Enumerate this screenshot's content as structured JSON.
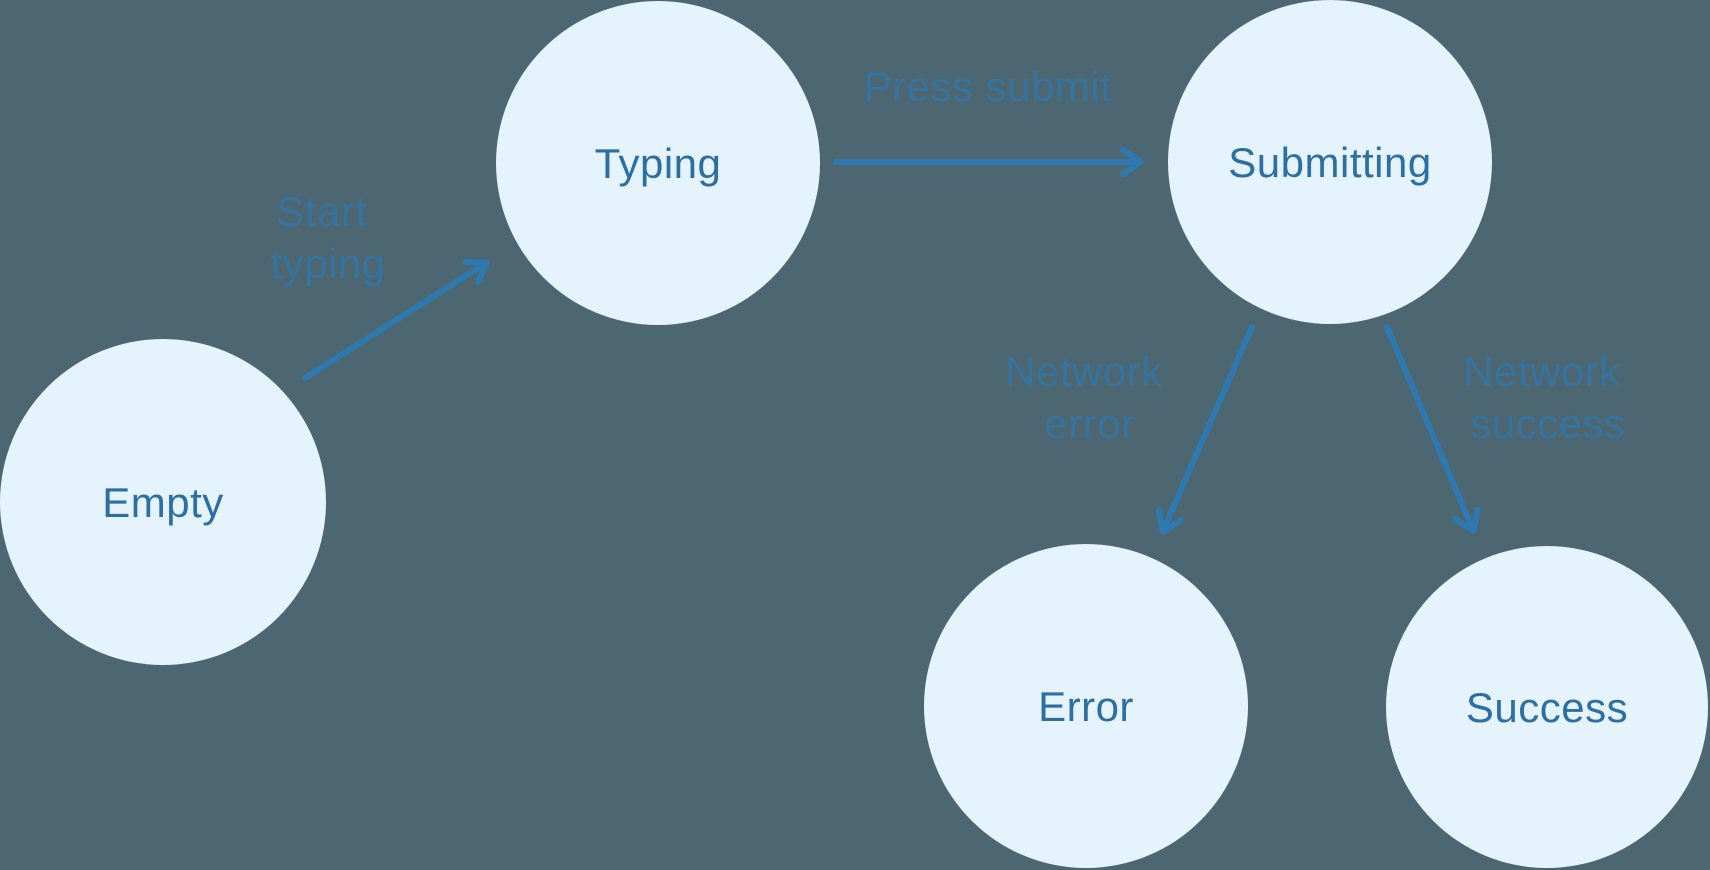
{
  "colors": {
    "background": "#4C6771",
    "node-fill": "#E4F3FC",
    "node-text": "#2D6FA3",
    "edge-stroke": "#2E79AF",
    "edge-label": "#37739F"
  },
  "diagram_type": "state-machine",
  "nodes": [
    {
      "id": "empty",
      "label": "Empty"
    },
    {
      "id": "typing",
      "label": "Typing"
    },
    {
      "id": "submitting",
      "label": "Submitting"
    },
    {
      "id": "error",
      "label": "Error"
    },
    {
      "id": "success",
      "label": "Success"
    }
  ],
  "edges": [
    {
      "from": "Empty",
      "to": "Typing",
      "label_lines": [
        "Start",
        "typing"
      ]
    },
    {
      "from": "Typing",
      "to": "Submitting",
      "label_lines": [
        "Press submit"
      ]
    },
    {
      "from": "Submitting",
      "to": "Error",
      "label_lines": [
        "Network",
        "error"
      ]
    },
    {
      "from": "Submitting",
      "to": "Success",
      "label_lines": [
        "Network",
        "success"
      ]
    }
  ]
}
